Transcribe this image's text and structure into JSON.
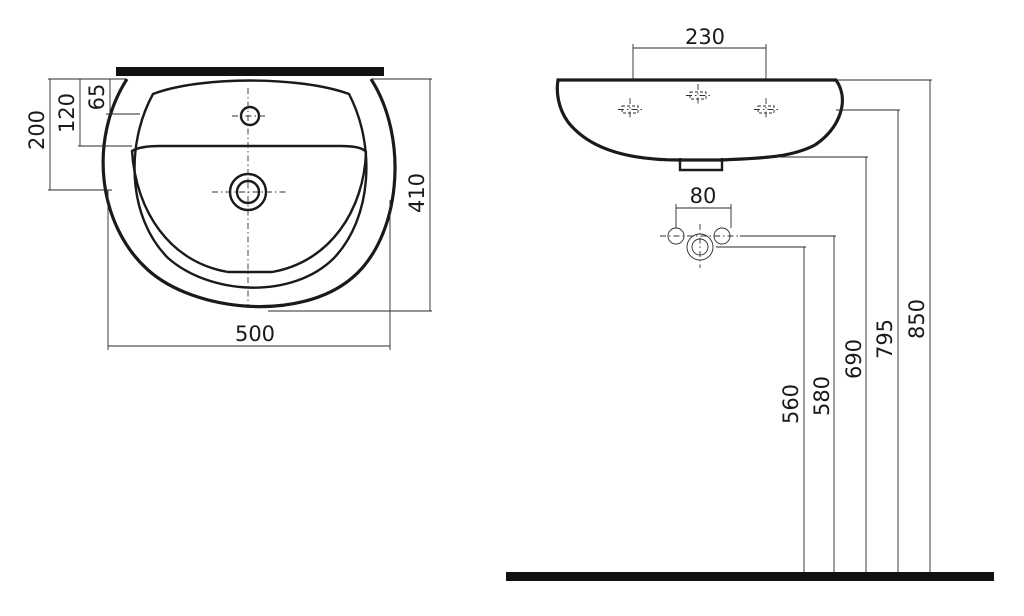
{
  "front_view": {
    "dimensions": {
      "overflow_offset": "65",
      "tap_hole_offset": "120",
      "drain_offset": "200",
      "depth": "410",
      "width": "500"
    }
  },
  "side_view": {
    "dimensions": {
      "bracket_spacing": "230",
      "waste_spacing": "80",
      "supply_height_low": "560",
      "supply_height_high": "580",
      "waste_height": "690",
      "basin_bottom_height": "795",
      "rim_height": "850"
    }
  },
  "colors": {
    "ink": "#1a1a1a",
    "background": "#ffffff"
  }
}
